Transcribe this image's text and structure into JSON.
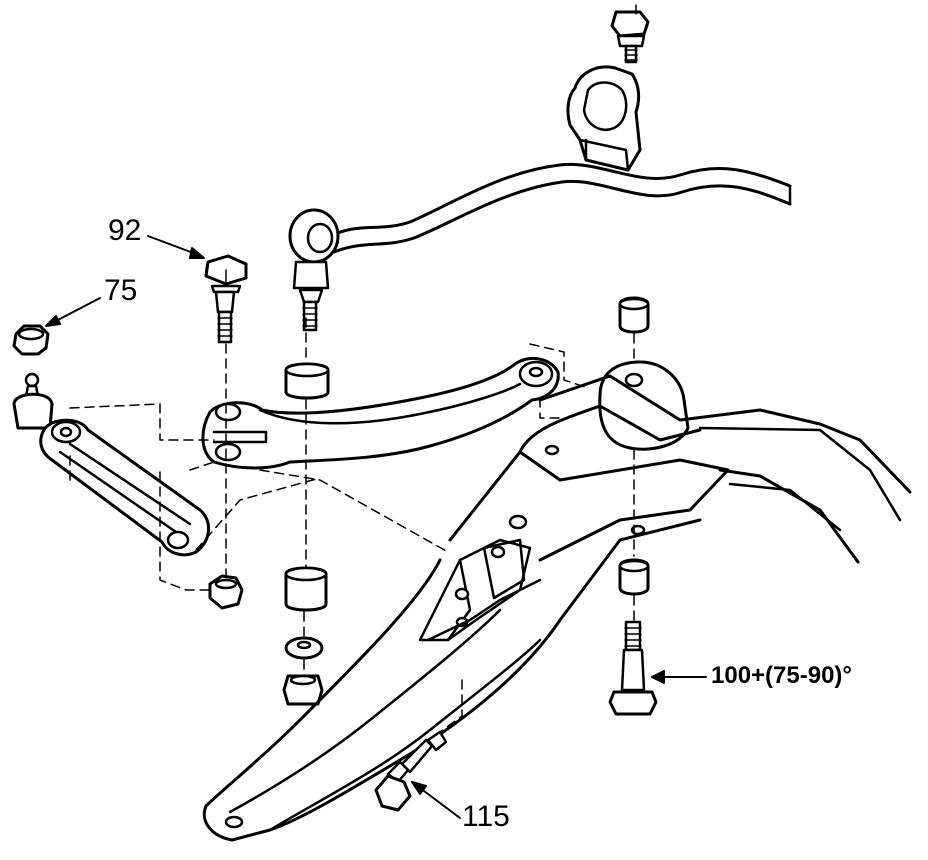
{
  "callouts": {
    "bolt_92": "92",
    "nut_75": "75",
    "bolt_100": "100+(75-90)°",
    "bolt_115": "115"
  },
  "colors": {
    "line": "#000000",
    "background": "#ffffff"
  }
}
